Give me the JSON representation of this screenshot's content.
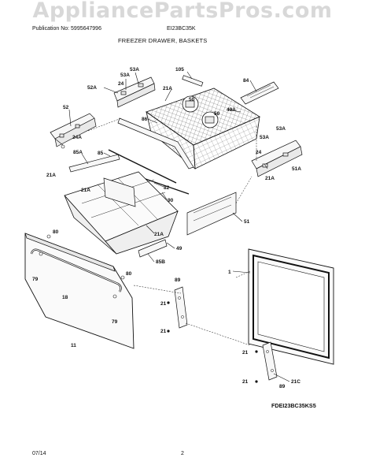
{
  "watermark": "AppliancePartsPros.com",
  "header": {
    "publication": "Publication No: 5995647996",
    "model": "EI23BC35K",
    "section_title": "FREEZER DRAWER, BASKETS"
  },
  "footer": {
    "diagram_code": "FDEI23BC35KS5",
    "date": "07/14",
    "page": "2"
  },
  "callouts": {
    "c52a": "52A",
    "c24a_top": "24",
    "c53a_top1": "53A",
    "c53a_top2": "53A",
    "c21a_top": "21A",
    "c105": "105",
    "c84": "84",
    "c50a": "50",
    "c50b": "50",
    "c49a": "49A",
    "c86": "86",
    "c52": "52",
    "c24a": "24A",
    "c85a": "85A",
    "c85": "85",
    "c21a_left": "21A",
    "c21a_mid": "21A",
    "c82": "82",
    "c90": "90",
    "c51": "51",
    "c53a_r1": "53A",
    "c53a_r2": "53A",
    "c24_r": "24",
    "c51a": "51A",
    "c21a_r": "21A",
    "c21a_basket": "21A",
    "c49": "49",
    "c85b": "85B",
    "c80a": "80",
    "c79a": "79",
    "c80b": "80",
    "c18": "18",
    "c79b": "79",
    "c11": "11",
    "c89a": "89",
    "c21a1": "21",
    "c21a2": "21",
    "c1": "1",
    "c21b1": "21",
    "c21c": "21C",
    "c21b2": "21",
    "c89b": "89"
  }
}
